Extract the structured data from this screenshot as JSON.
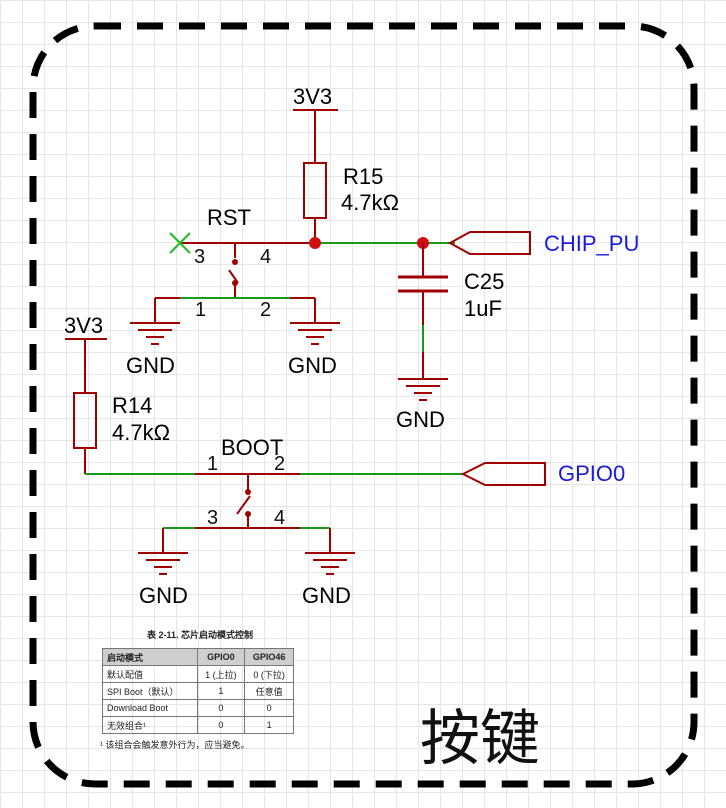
{
  "labels": {
    "vcc_top": "3V3",
    "vcc_left": "3V3",
    "r15_name": "R15",
    "r15_value": "4.7kΩ",
    "r14_name": "R14",
    "r14_value": "4.7kΩ",
    "c25_name": "C25",
    "c25_value": "1uF",
    "rst": "RST",
    "boot": "BOOT",
    "net_chip_pu": "CHIP_PU",
    "net_gpio0": "GPIO0",
    "gnd": "GND",
    "pins": {
      "rst_3": "3",
      "rst_4": "4",
      "rst_1": "1",
      "rst_2": "2",
      "boot_1": "1",
      "boot_2": "2",
      "boot_3": "3",
      "boot_4": "4"
    }
  },
  "table": {
    "caption": "表 2-11. 芯片启动模式控制",
    "headers": [
      "启动模式",
      "GPIO0",
      "GPIO46"
    ],
    "rows": [
      {
        "mode": "默认配值",
        "gpio0": "1 (上拉)",
        "gpio46": "0 (下拉)"
      },
      {
        "mode": "SPI Boot（默认）",
        "gpio0": "1",
        "gpio46": "任意值"
      },
      {
        "mode": "Download Boot",
        "gpio0": "0",
        "gpio46": "0"
      },
      {
        "mode": "无效组合¹",
        "gpio0": "0",
        "gpio46": "1"
      }
    ],
    "note": "¹ 该组合会触发意外行为，应当避免。"
  },
  "big_label": "按键",
  "colors": {
    "wire_red": "#a00000",
    "wire_green": "#1a9a1a",
    "net_blue": "#1a1adb",
    "junction": "#d01010"
  }
}
